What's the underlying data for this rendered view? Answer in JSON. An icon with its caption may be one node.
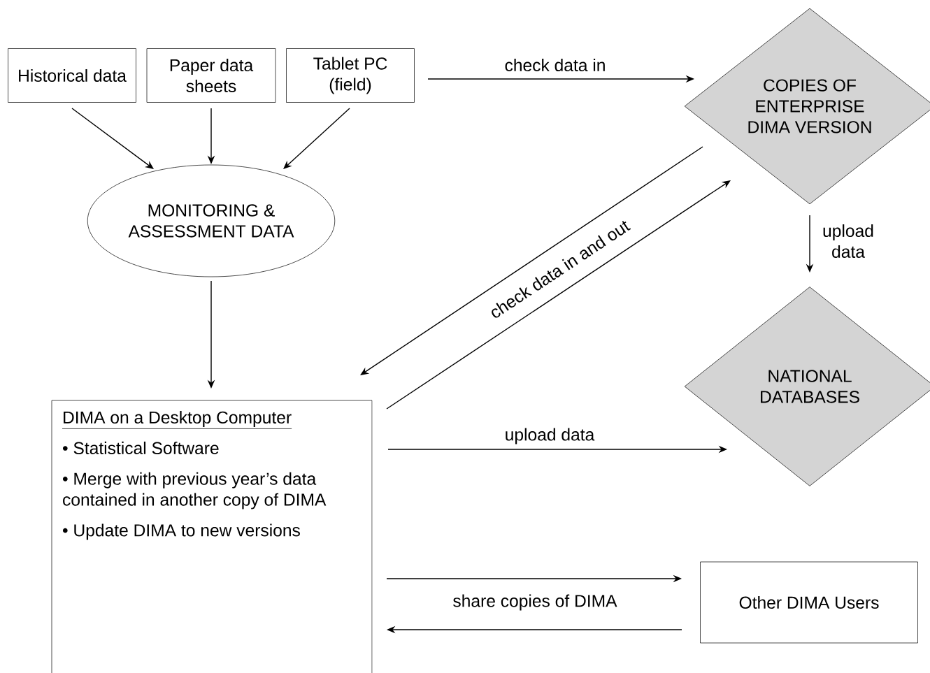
{
  "diagram": {
    "nodes": [
      {
        "text": [
          "Historical data"
        ]
      },
      {
        "text": [
          "Paper data sheets"
        ]
      },
      {
        "text": [
          "Tablet PC (field)"
        ]
      },
      {
        "text": [
          "MONITORING & ASSESSMENT DATA"
        ]
      },
      {
        "text": [
          "COPIES OF ENTERPRISE DIMA VERSION"
        ]
      },
      {
        "text": [
          "NATIONAL DATABASES"
        ]
      },
      {
        "text": [
          "DIMA on a Desktop Computer",
          "• Statistical Software",
          "• Merge with previous year’s data contained in another copy of DIMA",
          "• Update DIMA to new versions"
        ]
      },
      {
        "text": [
          "Other DIMA Users"
        ]
      }
    ],
    "edges": [
      {
        "from": 0,
        "to": 3,
        "arrow": "to"
      },
      {
        "from": 1,
        "to": 3,
        "arrow": "to"
      },
      {
        "from": 2,
        "to": 3,
        "arrow": "to"
      },
      {
        "from": 2,
        "to": 4,
        "arrow": "to",
        "label": "check data in"
      },
      {
        "from": 4,
        "to": 6,
        "arrow": "to"
      },
      {
        "from": 6,
        "to": 4,
        "arrow": "to",
        "label": "check data in and out"
      },
      {
        "from": 4,
        "to": 5,
        "arrow": "to",
        "label": "upload data"
      },
      {
        "from": 3,
        "to": 6,
        "arrow": "to"
      },
      {
        "from": 6,
        "to": 5,
        "arrow": "to",
        "label": "upload data"
      },
      {
        "from": 6,
        "to": 7,
        "arrow": "to"
      },
      {
        "from": 7,
        "to": 6,
        "arrow": "to",
        "label": "share copies of DIMA"
      }
    ]
  }
}
